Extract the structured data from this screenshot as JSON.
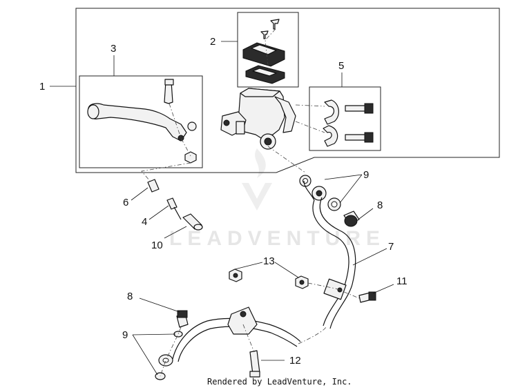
{
  "callouts": {
    "c1": "1",
    "c2": "2",
    "c3": "3",
    "c4": "4",
    "c5": "5",
    "c6": "6",
    "c7": "7",
    "c8a": "8",
    "c8b": "8",
    "c9a": "9",
    "c9b": "9",
    "c10": "10",
    "c11": "11",
    "c12": "12",
    "c13": "13"
  },
  "watermark": "LEADVENTURE",
  "footer": "Rendered by LeadVenture, Inc."
}
